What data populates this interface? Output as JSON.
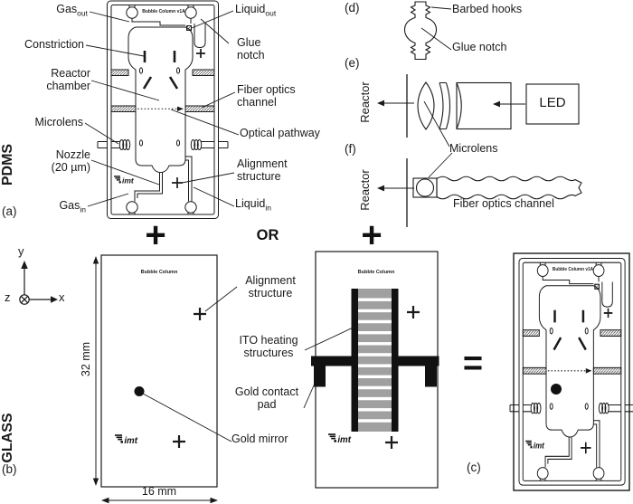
{
  "colors": {
    "line": "#1a1a1a",
    "black": "#111111",
    "ito_gray": "#a0a0a0"
  },
  "panel_a": {
    "tag": "(a)",
    "layer": "PDMS",
    "chip_title": "Bubble Column v1A",
    "logo": "imt",
    "labels": {
      "gas_out": {
        "base": "Gas",
        "sub": "out"
      },
      "constriction": "Constriction",
      "reactor_chamber": "Reactor\nchamber",
      "microlens": "Microlens",
      "nozzle": "Nozzle\n(20 µm)",
      "gas_in": {
        "base": "Gas",
        "sub": "in"
      },
      "liquid_out": {
        "base": "Liquid",
        "sub": "out"
      },
      "glue_notch": "Glue\nnotch",
      "fiber_optics_channel": "Fiber optics\nchannel",
      "optical_pathway": "Optical pathway",
      "alignment_structure": "Alignment\nstructure",
      "liquid_in": {
        "base": "Liquid",
        "sub": "in"
      }
    }
  },
  "operators": {
    "plus": "+",
    "or": "OR",
    "equals": "="
  },
  "panel_d": {
    "tag": "(d)",
    "barbed_hooks": "Barbed hooks",
    "glue_notch": "Glue notch"
  },
  "panel_e": {
    "tag": "(e)",
    "reactor": "Reactor",
    "led": "LED",
    "microlens": "Microlens"
  },
  "panel_f": {
    "tag": "(f)",
    "reactor": "Reactor",
    "fiber_optics_channel": "Fiber optics channel"
  },
  "panel_b": {
    "tag": "(b)",
    "layer": "GLASS",
    "chip_title": "Bubble Column",
    "dim_height": "32 mm",
    "dim_width": "16 mm",
    "labels": {
      "alignment_structure": "Alignment\nstructure",
      "ito_heating": "ITO heating\nstructures",
      "gold_contact_pad": "Gold contact\npad",
      "gold_mirror": "Gold mirror"
    }
  },
  "middle_chip": {
    "chip_title": "Bubble Column"
  },
  "panel_c": {
    "tag": "(c)"
  },
  "axes": {
    "x": "x",
    "y": "y",
    "z": "z"
  }
}
